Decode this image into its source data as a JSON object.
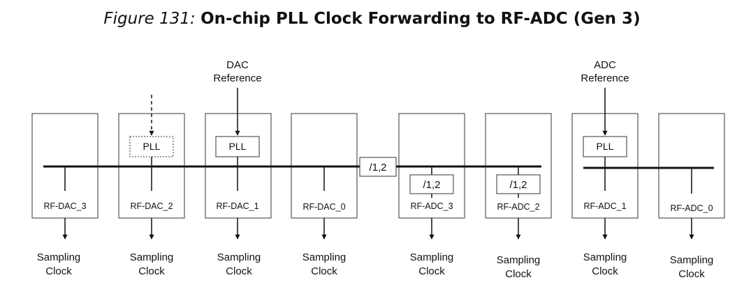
{
  "title": {
    "figure_number": "Figure 131:",
    "name": "On-chip PLL Clock Forwarding to RF-ADC (Gen 3)"
  },
  "references": {
    "dac": [
      "DAC",
      "Reference"
    ],
    "adc": [
      "ADC",
      "Reference"
    ]
  },
  "tiles": [
    {
      "id": "dac3",
      "label": "RF-DAC_3",
      "output": [
        "Sampling",
        "Clock"
      ]
    },
    {
      "id": "dac2",
      "label": "RF-DAC_2",
      "pll": "PLL",
      "pll_dashed": true,
      "output": [
        "Sampling",
        "Clock"
      ]
    },
    {
      "id": "dac1",
      "label": "RF-DAC_1",
      "pll": "PLL",
      "output": [
        "Sampling",
        "Clock"
      ]
    },
    {
      "id": "dac0",
      "label": "RF-DAC_0",
      "output": [
        "Sampling",
        "Clock"
      ]
    },
    {
      "id": "adc3",
      "label": "RF-ADC_3",
      "divider": "/1,2",
      "output": [
        "Sampling",
        "Clock"
      ]
    },
    {
      "id": "adc2",
      "label": "RF-ADC_2",
      "divider": "/1,2",
      "output": [
        "Sampling",
        "Clock"
      ]
    },
    {
      "id": "adc1",
      "label": "RF-ADC_1",
      "pll": "PLL",
      "output": [
        "Sampling",
        "Clock"
      ]
    },
    {
      "id": "adc0",
      "label": "RF-ADC_0",
      "output": [
        "Sampling",
        "Clock"
      ]
    }
  ],
  "shared_divider": "/1,2"
}
